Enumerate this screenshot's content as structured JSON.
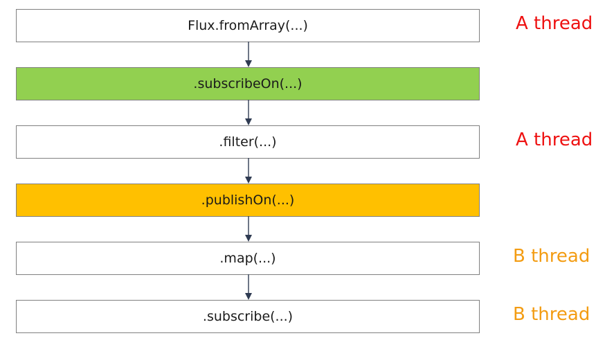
{
  "steps": [
    {
      "label": "Flux.fromArray(...)",
      "fill": "#ffffff",
      "thread": "A thread",
      "thread_color": "#ee1111"
    },
    {
      "label": ".subscribeOn(...)",
      "fill": "#92d050",
      "thread": "",
      "thread_color": ""
    },
    {
      "label": ".filter(...)",
      "fill": "#ffffff",
      "thread": "A thread",
      "thread_color": "#ee1111"
    },
    {
      "label": ".publishOn(...)",
      "fill": "#ffc000",
      "thread": "",
      "thread_color": ""
    },
    {
      "label": ".map(...)",
      "fill": "#ffffff",
      "thread": "B thread",
      "thread_color": "#f39c12"
    },
    {
      "label": ".subscribe(...)",
      "fill": "#ffffff",
      "thread": "B thread",
      "thread_color": "#f39c12"
    }
  ],
  "connector_color": "#2f3b52"
}
